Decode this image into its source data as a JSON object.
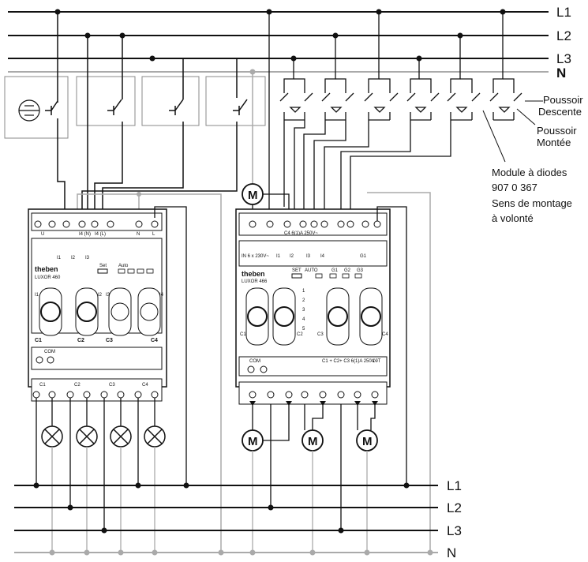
{
  "bus_top": {
    "l1": "L1",
    "l2": "L2",
    "l3": "L3",
    "n": "N"
  },
  "bus_bottom": {
    "l1": "L1",
    "l2": "L2",
    "l3": "L3",
    "n": "N"
  },
  "annotations": {
    "pousseur_descente_1": "Poussoir",
    "pousseur_descente_2": "Descente",
    "pousseur_montee_1": "Poussoir",
    "pousseur_montee_2": "Montée",
    "module_1": "Module à diodes",
    "module_2": "907 0 367",
    "module_3": "Sens de montage",
    "module_4": "à volonté"
  },
  "motor_label": "M",
  "left_device": {
    "brand": "theben",
    "model": "LUXOR 460",
    "set": "Set",
    "auto": "Auto",
    "top_u": "U",
    "top_i4n": "I4 (N)",
    "top_i4l": "I4 (L)",
    "top_n": "N",
    "top_l": "L",
    "inputs": [
      "I1",
      "I2",
      "I3"
    ],
    "dials_top": [
      "I1",
      "I2",
      "I3",
      "I4"
    ],
    "channels": [
      "C1",
      "C2",
      "C3",
      "C4"
    ],
    "com": "COM",
    "bottom_ch": [
      "C1",
      "C2",
      "C3",
      "C4"
    ]
  },
  "right_device": {
    "brand": "theben",
    "model": "LUXOR 466",
    "set": "SET",
    "auto": "AUTO",
    "supply": "IN 6 x 230V~",
    "rating_top": "C4  6(1)A 250V~",
    "inputs": [
      "I1",
      "I2",
      "I3",
      "I4",
      "G1"
    ],
    "groups": [
      "G1",
      "G2",
      "G3"
    ],
    "channels": [
      "C1",
      "C2",
      "C3",
      "C4"
    ],
    "com": "COM",
    "rating_bottom": "C1 + C2+ C3 6(1)A 250V~",
    "volt": "-10T",
    "modes": [
      "1",
      "2",
      "3",
      "4",
      "5"
    ]
  }
}
